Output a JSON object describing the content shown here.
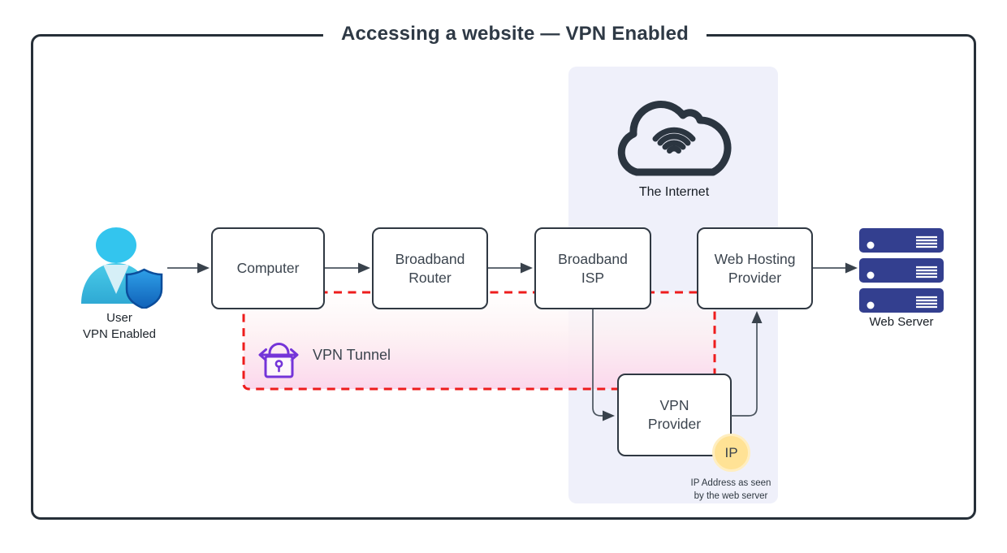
{
  "title": "Accessing a website — VPN Enabled",
  "nodes": {
    "user": {
      "label": "User\nVPN Enabled"
    },
    "computer": {
      "label": "Computer"
    },
    "router": {
      "label": "Broadband\nRouter"
    },
    "isp": {
      "label": "Broadband\nISP"
    },
    "web_hosting": {
      "label": "Web Hosting\nProvider"
    },
    "vpn_provider": {
      "label": "VPN\nProvider"
    },
    "internet": {
      "label": "The Internet"
    },
    "web_server": {
      "label": "Web Server"
    }
  },
  "tunnel": {
    "label": "VPN Tunnel"
  },
  "ip_badge": {
    "label": "IP",
    "caption": "IP Address as seen\nby the web server"
  },
  "connections": [
    "User → Computer",
    "Computer → Broadband Router",
    "Broadband Router → Broadband ISP",
    "Broadband ISP → VPN Provider",
    "VPN Provider → Web Hosting Provider",
    "Web Hosting Provider → Web Server"
  ],
  "colors": {
    "frame": "#262f38",
    "tunnel_red": "#ee1c1c",
    "tunnel_pink_bottom": "#fbd7ec",
    "internet_panel": "#eff0fa",
    "lock_purple": "#7434d8",
    "server_navy": "#333f8f",
    "user_cyan": "#33c5ee",
    "shield_blue": "#1061b8",
    "ip_yellow": "#ffe295"
  }
}
